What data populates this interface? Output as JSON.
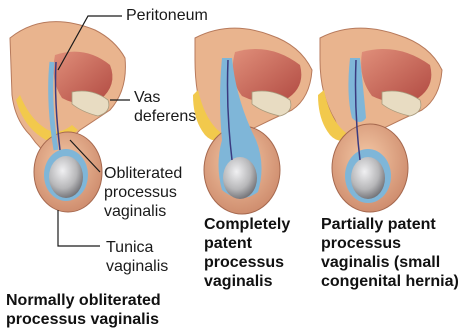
{
  "labels": {
    "peritoneum": "Peritoneum",
    "vas_deferens": "Vas\ndeferens",
    "obliterated": "Obliterated\nprocessus\nvaginalis",
    "tunica": "Tunica\nvaginalis"
  },
  "captions": {
    "panel1": "Normally obliterated\nprocessus vaginalis",
    "panel2": "Completely\npatent\nprocessus\nvaginalis",
    "panel3": "Partially patent\nprocessus\nvaginalis (small\ncongenital hernia)"
  },
  "colors": {
    "skin": "#e9b48e",
    "skin_dark": "#c98466",
    "muscle": "#c65b4e",
    "fat": "#f2c94c",
    "peritoneum_blue": "#7fb6d8",
    "bone": "#e8dcc2",
    "testis": "#b7b7b9",
    "leader": "#1a1a1a"
  }
}
